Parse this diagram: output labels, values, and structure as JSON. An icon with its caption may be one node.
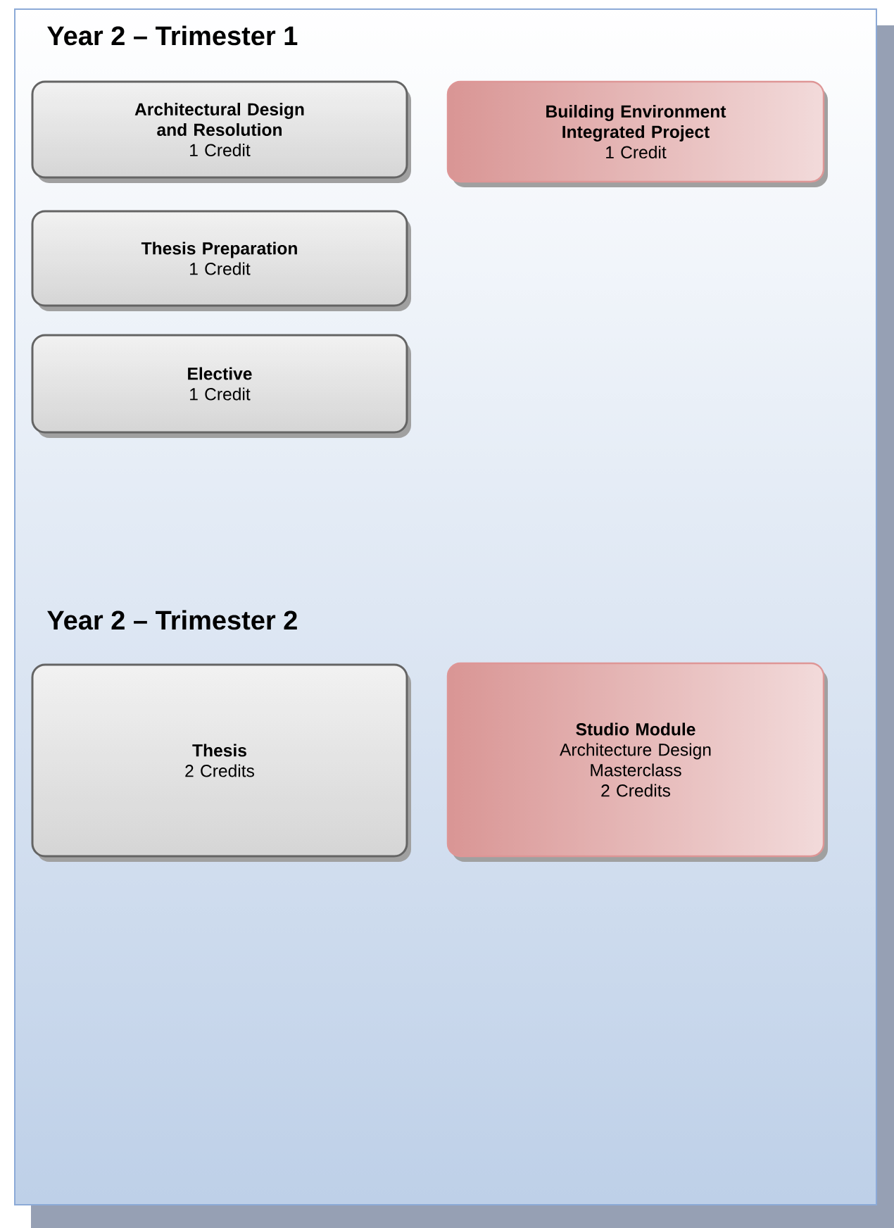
{
  "diagram": {
    "nodes": [
      {
        "text": [
          "Year 2 – Trimester 1",
          "Year 2 – Trimester 2"
        ]
      },
      {
        "text": [
          "Architectural Design and Resolution",
          "1 Credit"
        ],
        "in": 0
      },
      {
        "text": [
          "Building Environment Integrated Project",
          "1 Credit"
        ],
        "in": 0
      },
      {
        "text": [
          "Thesis Preparation",
          "1 Credit"
        ],
        "in": 0
      },
      {
        "text": [
          "Elective",
          "1 Credit"
        ],
        "in": 0
      },
      {
        "text": [
          "Thesis",
          "2 Credits"
        ],
        "in": 0
      },
      {
        "text": [
          "Studio Module",
          "Architecture Design Masterclass",
          "2 Credits"
        ],
        "in": 0
      }
    ]
  }
}
